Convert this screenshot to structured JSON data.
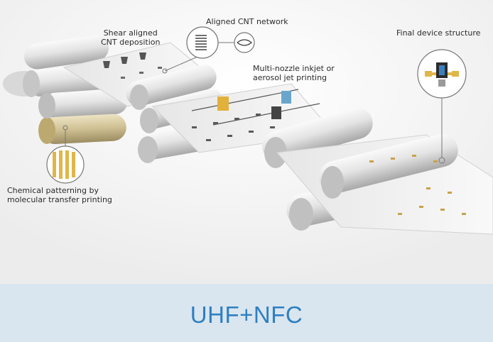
{
  "figure": {
    "labels": {
      "shear": [
        "Shear aligned",
        "CNT deposition"
      ],
      "aligned": [
        "Aligned CNT network"
      ],
      "inkjet": [
        "Multi-nozzle inkjet or",
        "aerosol jet printing"
      ],
      "final": [
        "Final device structure"
      ],
      "chemical": [
        "Chemical patterning by",
        "molecular transfer printing"
      ]
    },
    "colors": {
      "roller_light": "#f0f0f0",
      "roller_mid": "#cfcfcf",
      "roller_dark": "#9a9a9a",
      "roller_gold": "#c9b98a",
      "web": "#f4f4f4",
      "pattern_gold": "#e0b64a",
      "inkjet_yellow": "#e2b13c",
      "inkjet_blue": "#6aa6cc",
      "inkjet_dark": "#444444"
    },
    "icons": [
      "magnifier-circle-icon",
      "print-nozzle-icon"
    ]
  },
  "banner": {
    "title": "UHF+NFC",
    "background": "#d9e6ef",
    "text_color": "#2f7fc0"
  }
}
